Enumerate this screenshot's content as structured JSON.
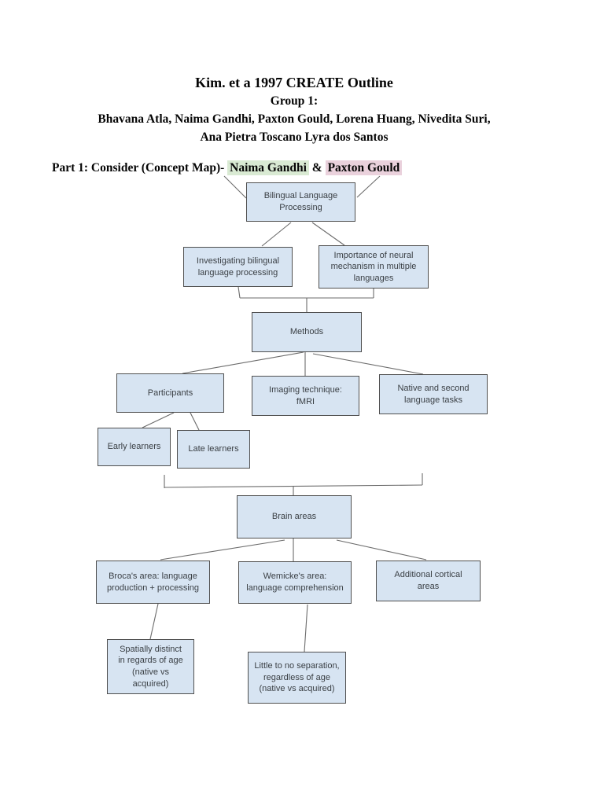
{
  "header": {
    "title": "Kim. et a 1997 CREATE Outline",
    "subtitle": "Group 1:",
    "authors_line1": "Bhavana Atla, Naima Gandhi, Paxton Gould, Lorena Huang, Nivedita Suri,",
    "authors_line2": "Ana Pietra Toscano Lyra dos Santos"
  },
  "part1": {
    "prefix": "Part 1: Consider (Concept Map)- ",
    "author_green": "Naima Gandhi",
    "separator": " & ",
    "author_pink": "Paxton Gould"
  },
  "colors": {
    "node_fill": "#d7e4f2",
    "node_border": "#4f4f4f",
    "connector": "#6b6b6b",
    "highlight_green": "#d9ead3",
    "highlight_pink": "#ead1dc"
  },
  "concept_map": {
    "nodes": [
      {
        "id": "bilingual",
        "label": "Bilingual Language\nProcessing"
      },
      {
        "id": "investigating",
        "label": "Investigating bilingual\nlanguage processing"
      },
      {
        "id": "importance",
        "label": "Importance of neural\nmechanism in multiple\nlanguages"
      },
      {
        "id": "methods",
        "label": "Methods"
      },
      {
        "id": "participants",
        "label": "Participants"
      },
      {
        "id": "imaging",
        "label": "Imaging technique:\nfMRI"
      },
      {
        "id": "native",
        "label": "Native and second\nlanguage tasks"
      },
      {
        "id": "early",
        "label": "Early learners"
      },
      {
        "id": "late",
        "label": "Late learners"
      },
      {
        "id": "brain",
        "label": "Brain areas"
      },
      {
        "id": "broca",
        "label": "Broca's area: language\nproduction + processing"
      },
      {
        "id": "wernicke",
        "label": "Wemicke's area:\nlanguage comprehension"
      },
      {
        "id": "additional",
        "label": "Additional cortical\nareas"
      },
      {
        "id": "spatially",
        "label": "Spatially distinct\nin regards of age\n(native vs\nacquired)"
      },
      {
        "id": "little",
        "label": "Little to no separation,\nregardless of age\n(native vs acquired)"
      }
    ]
  }
}
